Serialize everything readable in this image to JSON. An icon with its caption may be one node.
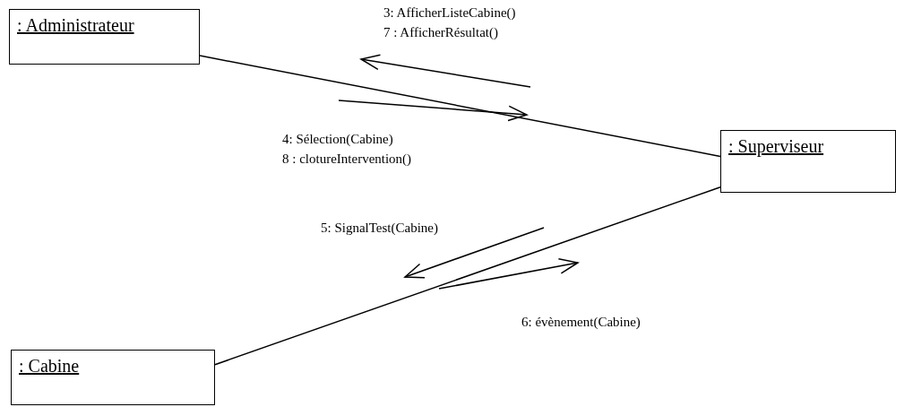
{
  "diagram": {
    "nodes": [
      {
        "text": [
          ": Administrateur"
        ]
      },
      {
        "text": [
          ": Superviseur"
        ]
      },
      {
        "text": [
          ": Cabine"
        ]
      }
    ],
    "edges": [
      {
        "from": 0,
        "to": 1,
        "arrow": "none"
      },
      {
        "from": 2,
        "to": 1,
        "arrow": "none"
      }
    ],
    "labels": [
      "3: AfficherListeCabine()",
      "7 : AfficherRésultat()",
      "4: Sélection(Cabine)",
      "8 : clotureIntervention()",
      "5: SignalTest(Cabine)",
      "6: évènement(Cabine)"
    ]
  }
}
